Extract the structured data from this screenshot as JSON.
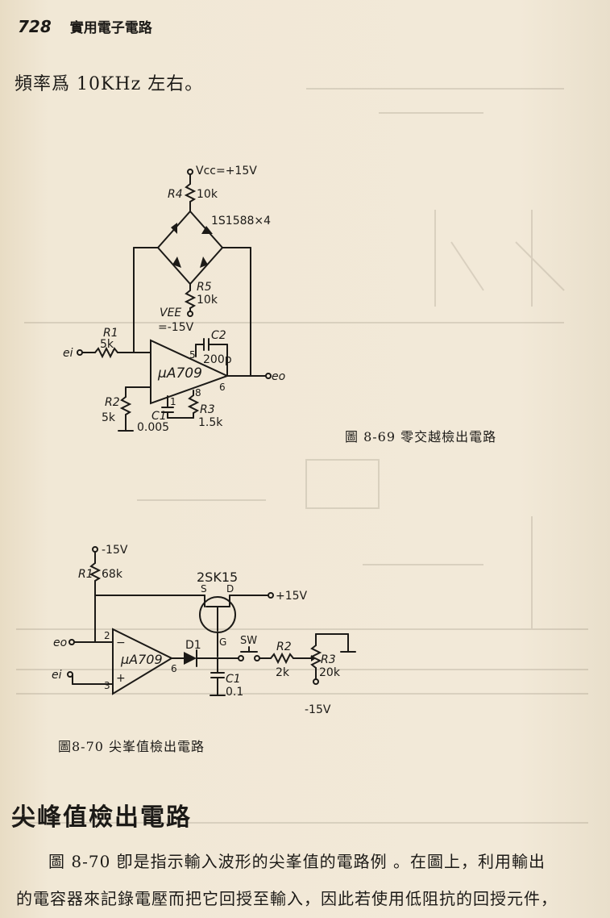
{
  "header": {
    "page_number": "728",
    "book_title": "實用電子電路"
  },
  "text": {
    "intro_line": "頻率爲 10KHz 左右。",
    "section_title": "尖峰值檢出電路",
    "para_line_1": "圖 8-70 卽是指示輸入波形的尖峯值的電路例 。在圖上，利用輸出",
    "para_line_2": "的電容器來記錄電壓而把它回授至輸入，因此若使用低阻抗的回授元件，"
  },
  "figure_69": {
    "caption": "圖 8-69  零交越檢出電路",
    "vcc": "Vcc=+15V",
    "r4": "R4",
    "r4_val": "10k",
    "diodes": "1S1588×4",
    "r5": "R5",
    "r5_val": "10k",
    "vee": "VEE",
    "vee_val": "=-15V",
    "r1": "R1",
    "r1_val": "5k",
    "ei": "ei",
    "c2": "C2",
    "c2_val": "200p",
    "pin5": "5",
    "opamp": "μA709",
    "pin6": "6",
    "eo": "eo",
    "r2": "R2",
    "r2_val": "5k",
    "pin1": "1",
    "pin8": "8",
    "c1": "C1",
    "c1_val": "0.005",
    "r3": "R3",
    "r3_val": "1.5k"
  },
  "figure_70": {
    "caption": "圖8-70  尖峯值檢出電路",
    "neg15_top": "-15V",
    "r1": "R1",
    "r1_val": "68k",
    "fet": "2SK15",
    "s": "S",
    "d": "D",
    "pos15": "+15V",
    "eo": "eo",
    "ei": "ei",
    "pin2": "2",
    "pin3": "3",
    "minus": "−",
    "plus": "+",
    "opamp": "μA709",
    "pin6": "6",
    "d1": "D1",
    "g": "G",
    "sw": "SW",
    "r2": "R2",
    "r2_val": "2k",
    "r3": "R3",
    "r3_val": "20k",
    "c1": "C1",
    "c1_val": "0.1",
    "neg15_bot": "-15V"
  },
  "colors": {
    "paper": "#f1e8d6",
    "ink": "#1c1a17"
  }
}
